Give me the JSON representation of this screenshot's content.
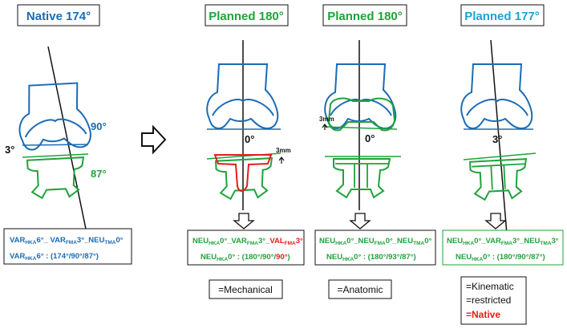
{
  "colors": {
    "blue": "#1a6bb5",
    "green": "#1fa33a",
    "red": "#e0201b",
    "black": "#111111",
    "cyan": "#1aa3d6"
  },
  "panels": [
    {
      "title": "Native 174°",
      "femur_angle": "90°",
      "tibia_angle": "87°",
      "tilt_angle": "3°",
      "formula": {
        "p1a": "VAR",
        "s1a": "HKA",
        "p1b": "6°_ VAR",
        "s1b": "FMA",
        "p1c": "3°_NEU",
        "s1c": "TMA",
        "p1d": "0°",
        "p2a": "VAR",
        "s2a": "HKA",
        "p2b": "6° : (174°/90°/87°)"
      }
    },
    {
      "title": "Planned 180°",
      "joint_angle": "0°",
      "gap": "3mm",
      "formula": {
        "p1a": "NEU",
        "s1a": "HKA",
        "p1b": "0°_VAR",
        "s1b": "FMA",
        "p1c": "3°_",
        "p1d": "VAL",
        "s1d": "FMA",
        "p1e": "3°",
        "p2a": "NEU",
        "s2a": "HKA",
        "p2b": "0° : (180°/90°/",
        "p2c": "90°",
        "p2d": ")"
      },
      "label": "=Mechanical"
    },
    {
      "title": "Planned 180°",
      "joint_angle": "0°",
      "gap": "3mm",
      "formula": {
        "p1a": "NEU",
        "s1a": "HKA",
        "p1b": "0°_NEU",
        "s1b": "FMA",
        "p1c": "0°_NEU",
        "s1c": "TMA",
        "p1d": "0°",
        "p2a": "NEU",
        "s2a": "HKA",
        "p2b": "0° : (180°/93°/87°)"
      },
      "label": "=Anatomic"
    },
    {
      "title": "Planned 177°",
      "joint_angle": "3°",
      "formula": {
        "p1a": "NEU",
        "s1a": "HKA",
        "p1b": "0°_VAR",
        "s1b": "FMA",
        "p1c": "3°_NEU",
        "s1c": "TMA",
        "p1d": "3°",
        "p2a": "NEU",
        "s2a": "HKA",
        "p2b": "0° : (180°/90°/87°)"
      },
      "label_lines": [
        "=Kinematic",
        "=restricted",
        "=Native"
      ]
    }
  ]
}
